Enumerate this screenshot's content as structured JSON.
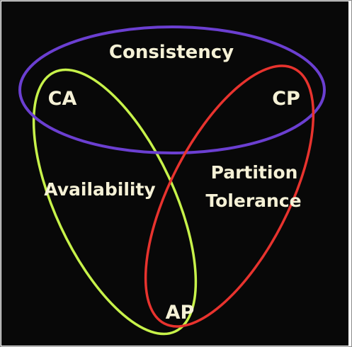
{
  "diagram": {
    "sets": {
      "consistency": {
        "label": "Consistency",
        "color": "#6b3fd1"
      },
      "availability": {
        "label": "Availability",
        "color": "#c7f24a"
      },
      "partition_tolerance": {
        "label_line1": "Partition",
        "label_line2": "Tolerance",
        "color": "#e8332e"
      }
    },
    "intersections": {
      "ca": "CA",
      "cp": "CP",
      "ap": "AP"
    },
    "colors": {
      "background": "#080808",
      "text": "#f5f1d6"
    }
  }
}
